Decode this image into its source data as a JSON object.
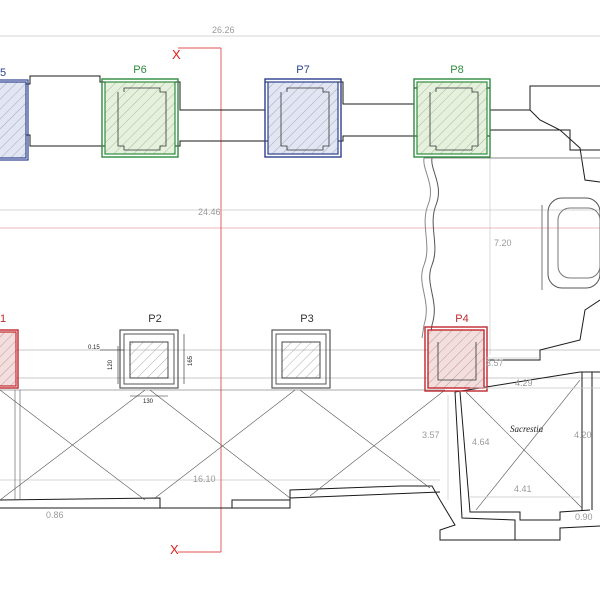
{
  "pillars_top": [
    {
      "label": "5",
      "color": "#2d3f8f",
      "label_color": "#2d3f8f"
    },
    {
      "label": "P6",
      "color": "#2e8b3e",
      "label_color": "#2e8b3e"
    },
    {
      "label": "P7",
      "color": "#2d3f8f",
      "label_color": "#2d3f8f"
    },
    {
      "label": "P8",
      "color": "#2e8b3e",
      "label_color": "#2e8b3e"
    }
  ],
  "pillars_bottom": [
    {
      "label": "1",
      "color": "#c0282d",
      "label_color": "#c0282d"
    },
    {
      "label": "P2",
      "color": "#555555",
      "label_color": "#333333"
    },
    {
      "label": "P3",
      "color": "#555555",
      "label_color": "#333333"
    },
    {
      "label": "P4",
      "color": "#c0282d",
      "label_color": "#c0282d"
    }
  ],
  "section_marks": {
    "top": "X",
    "bottom": "X"
  },
  "dimensions": {
    "overall_top": "26.26",
    "mid": "24.46",
    "right_vertical": "7.20",
    "bottom_span": "16.10",
    "left_small": "0.86",
    "lower_mid": "3.57",
    "step": "3.57",
    "sacristy_top": "4.29",
    "sacristy_left": "4.64",
    "sacristy_right": "4.20",
    "sacristy_bottom": "4.41",
    "right_small": "0.90",
    "p2_detail": {
      "d1": "0.15",
      "d2": "120",
      "d3": "130",
      "d4": "165"
    }
  },
  "room_label": "Sacrestia"
}
